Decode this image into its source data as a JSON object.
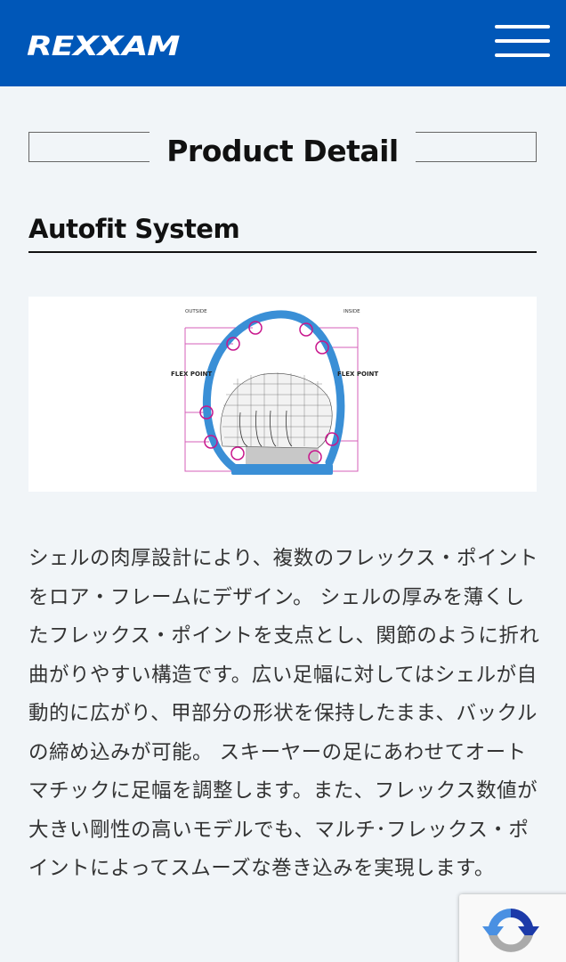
{
  "header": {
    "logo_text": "REXXAM",
    "menu_icon": "hamburger-menu-icon",
    "brand_color": "#0057b8"
  },
  "section": {
    "title": "Product Detail"
  },
  "feature": {
    "heading": "Autofit System",
    "diagram": {
      "label_outside": "OUTSIDE",
      "label_inside": "INSIDE",
      "label_flex_left": "FLEX POINT",
      "label_flex_right": "FLEX POINT",
      "shell_color": "#3a8fd6",
      "marker_color": "#c8168c"
    },
    "description": "シェルの肉厚設計により、複数のフレックス・ポイントをロア・フレームにデザイン。 シェルの厚みを薄くしたフレックス・ポイントを支点とし、関節のように折れ曲がりやすい構造です。広い足幅に対してはシェルが自動的に広がり、甲部分の形状を保持したまま、バックルの締め込みが可能。 スキーヤーの足にあわせてオートマチックに足幅を調整します。また、フレックス数値が大きい剛性の高いモデルでも、マルチ･フレックス・ポイントによってスムーズな巻き込みを実現します。"
  },
  "recaptcha": {
    "icon": "recaptcha-icon"
  }
}
